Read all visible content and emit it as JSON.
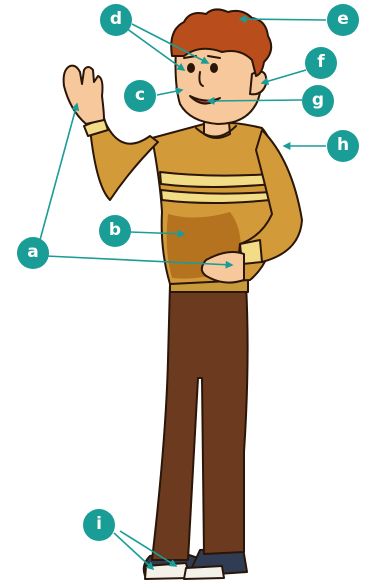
{
  "colors": {
    "accent": "#1a9c97",
    "sweater": "#d39a3a",
    "sweater_shadow": "#b5721f",
    "stripe": "#f2dc86",
    "hair": "#b94e1c",
    "skin": "#f6c89b",
    "pants": "#6b3a1f",
    "shoe": "#2f3c52",
    "outline": "#2a1608"
  },
  "labels": [
    {
      "id": "a",
      "text": "a"
    },
    {
      "id": "b",
      "text": "b"
    },
    {
      "id": "c",
      "text": "c"
    },
    {
      "id": "d",
      "text": "d"
    },
    {
      "id": "e",
      "text": "e"
    },
    {
      "id": "f",
      "text": "f"
    },
    {
      "id": "g",
      "text": "g"
    },
    {
      "id": "h",
      "text": "h"
    },
    {
      "id": "i",
      "text": "i"
    }
  ]
}
